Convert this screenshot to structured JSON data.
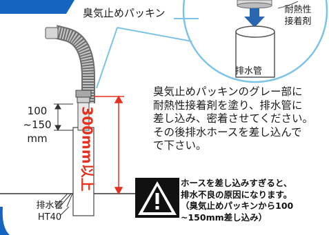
{
  "labels": {
    "gasket": "臭気止めパッキン",
    "glue_line1": "耐熱性",
    "glue_line2": "接着剤",
    "drain_pipe": "排水管",
    "dim_small_line1": "100",
    "dim_small_line2": "~150",
    "dim_small_line3": "mm",
    "dim_big": "300mm以上",
    "pipe_spec_line1": "排水管",
    "pipe_spec_line2": "HT40"
  },
  "instructions": [
    "臭気止めパッキンのグレー部に",
    "耐熱性接着剤を塗り、排水管に",
    "差し込み、密着させてください。",
    "その後排水ホースを差し込んで",
    "で下さい。"
  ],
  "warning": [
    "ホースを差し込みすぎると、",
    "排水不良の原因になります。",
    "（臭気止めパッキンから100",
    "~150mm差し込み）"
  ],
  "colors": {
    "accent_blue": "#1565c0",
    "callout_blue": "#7cc3e6",
    "arrow_blue": "#2a67b3",
    "dimension_red": "#e5311f",
    "warning_black": "#111111"
  }
}
